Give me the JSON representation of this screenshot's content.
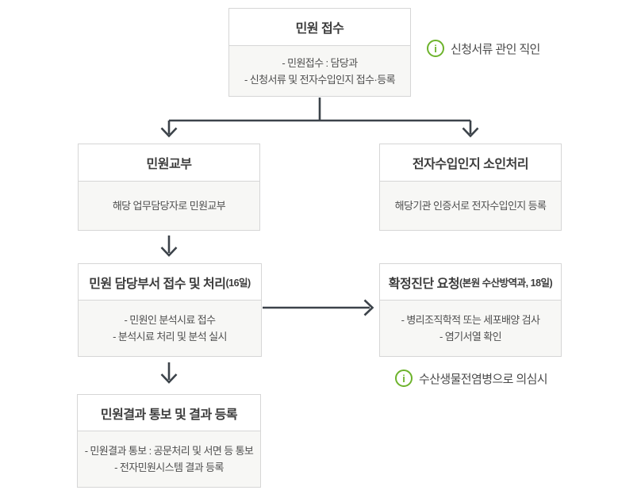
{
  "colors": {
    "green": "#6db32c",
    "arrow": "#3c434a",
    "border": "#d6d6d6",
    "bodybg": "#f7f7f5"
  },
  "boxes": [
    {
      "id": "reception",
      "title": "민원 접수",
      "lines": [
        "- 민원접수 : 담당과",
        "- 신청서류 및 전자수입인지 접수·등록"
      ]
    },
    {
      "id": "issuance",
      "title": "민원교부",
      "lines": [
        "해당 업무담당자로 민원교부"
      ]
    },
    {
      "id": "stamp-cancel",
      "title": "전자수입인지 소인처리",
      "lines": [
        "해당기관 인증서로 전자수입인지 등록"
      ]
    },
    {
      "id": "department-processing",
      "title": "민원 담당부서 접수 및 처리",
      "title_suffix": "(16일)",
      "lines": [
        "- 민원인 분석시료 접수",
        "- 분석시료 처리 및 분석 실시"
      ]
    },
    {
      "id": "confirm-diagnosis",
      "title": "확정진단 요청",
      "title_suffix": "(본원 수산방역과, 18일)",
      "lines": [
        "- 병리조직학적 또는 세포배양 검사",
        "- 염기서열 확인"
      ]
    },
    {
      "id": "result-notify",
      "title": "민원결과 통보 및 결과 등록",
      "lines": [
        "- 민원결과 통보 : 공문처리 및 서면 등 통보",
        "- 전자민원시스템 결과 등록"
      ]
    }
  ],
  "notes": [
    {
      "icon_glyph": "i",
      "text": "신청서류 관인 직인"
    },
    {
      "icon_glyph": "i",
      "text": "수산생물전염병으로 의심시"
    }
  ]
}
